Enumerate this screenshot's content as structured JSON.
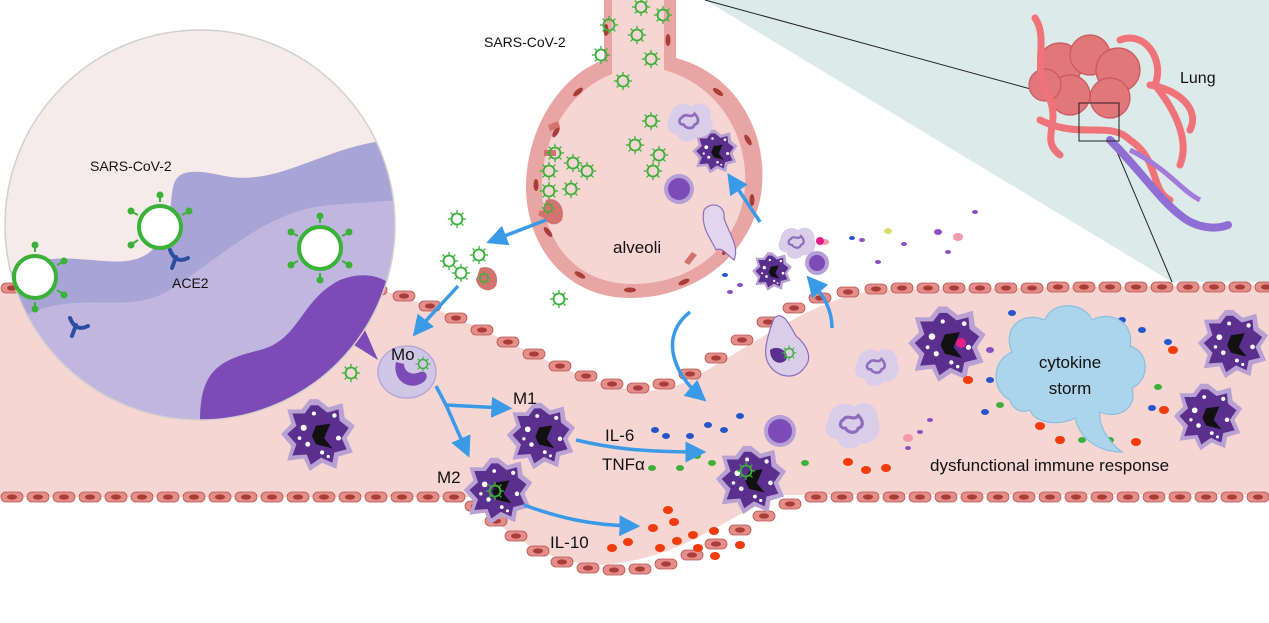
{
  "labels": {
    "sars_top": "SARS-CoV-2",
    "sars_inset": "SARS-CoV-2",
    "ace2": "ACE2",
    "lung": "Lung",
    "alveoli": "alveoli",
    "mo": "Mo",
    "m1": "M1",
    "m2": "M2",
    "il6": "IL-6",
    "tnfa": "TNFα",
    "il10": "IL-10",
    "cytokine_line1": "cytokine",
    "cytokine_line2": "storm",
    "dysfunctional": "dysfunctional immune response"
  },
  "colors": {
    "virus": "#3cb13a",
    "arrow": "#3a9ae8",
    "vessel": "#f6d6d3",
    "endothelial": "#c85a55",
    "macrophage": "#5a2f8e",
    "cloud": "#acd4ec",
    "il10_dot": "#f03c0c",
    "lung_panel": "#dcebe9",
    "lung": "#ec6b70"
  }
}
